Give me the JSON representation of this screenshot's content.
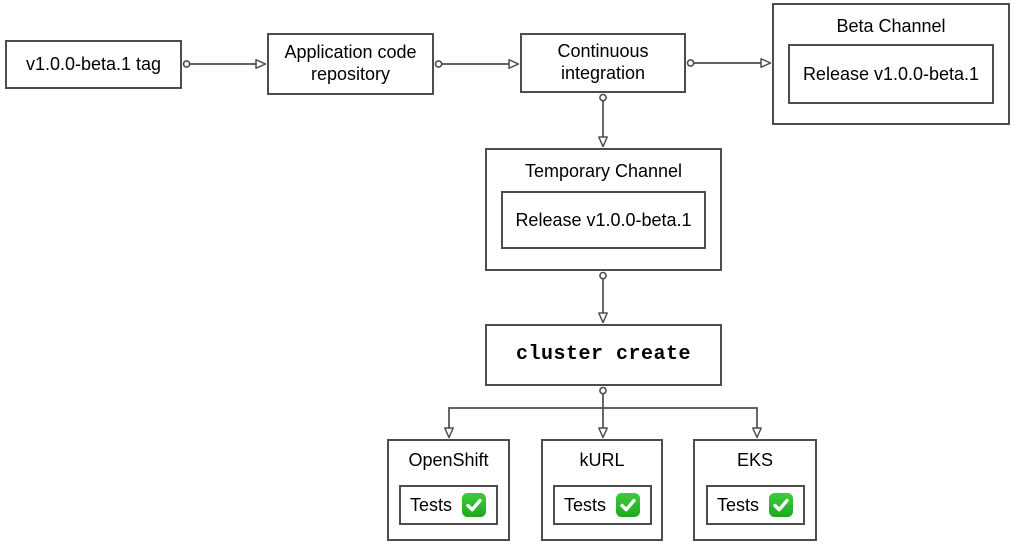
{
  "diagram": {
    "nodes": {
      "tag": {
        "label": "v1.0.0-beta.1 tag"
      },
      "repo": {
        "label": "Application code repository"
      },
      "ci": {
        "label": "Continuous integration"
      },
      "beta_channel": {
        "title": "Beta Channel",
        "release_label": "Release v1.0.0-beta.1"
      },
      "temp_channel": {
        "title": "Temporary Channel",
        "release_label": "Release v1.0.0-beta.1"
      },
      "cluster_create": {
        "label": "cluster create"
      },
      "openshift": {
        "title": "OpenShift",
        "tests_label": "Tests",
        "status_icon": "check-mark-button"
      },
      "kurl": {
        "title": "kURL",
        "tests_label": "Tests",
        "status_icon": "check-mark-button"
      },
      "eks": {
        "title": "EKS",
        "tests_label": "Tests",
        "status_icon": "check-mark-button"
      }
    },
    "colors": {
      "border": "#4d4d4d",
      "connector": "#4d4d4d",
      "text": "#000000",
      "check_green_top": "#3ecc3e",
      "check_green_bottom": "#1fa81f",
      "check_mark": "#ffffff",
      "background": "#ffffff"
    }
  }
}
